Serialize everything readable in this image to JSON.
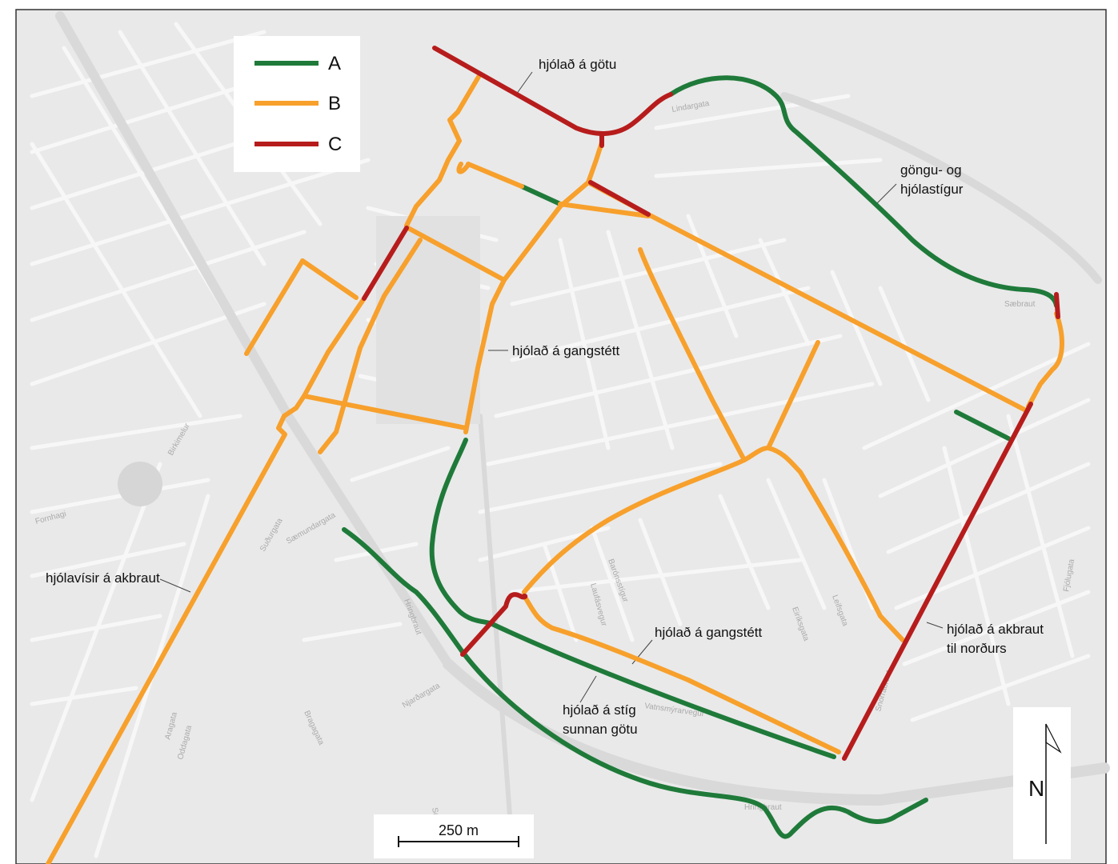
{
  "legend": [
    {
      "label": "A",
      "color": "#1f7a3a"
    },
    {
      "label": "B",
      "color": "#f7a02c"
    },
    {
      "label": "C",
      "color": "#b71c1c"
    }
  ],
  "annotations": {
    "road": "hjólað á götu",
    "path": "göngu- og hjólastígur",
    "sidewalk1": "hjólað á gangstétt",
    "sidewalk2": "hjólað á gangstétt",
    "lane": "hjólavísir á akbraut",
    "north_road_line1": "hjólað á akbraut",
    "north_road_line2": "til norðurs",
    "south_path_line1": "hjólað á stíg",
    "south_path_line2": "sunnan götu"
  },
  "streets": {
    "s1": "Sæbraut",
    "s2": "Birkimelur",
    "s3": "Hringbraut",
    "s4": "Snorrabraut",
    "s5": "Barónsstígur",
    "s6": "Laufásvegur",
    "s7": "Eiríksgata",
    "s8": "Sóleyjargata",
    "s9": "Hringbraut",
    "s10": "Vatnsmýrarvegur",
    "s11": "Njarðargata",
    "s12": "Suðurgata",
    "s13": "Aragata",
    "s14": "Oddagata",
    "s15": "Sæmundargata",
    "s16": "Fornhagi",
    "s17": "Lindargata",
    "s18": "Bragagata",
    "s19": "Fjólugata",
    "s20": "Leifsgata"
  },
  "scale": {
    "label": "250 m"
  },
  "north": {
    "label": "N"
  },
  "route_colors": {
    "A": "#1f7a3a",
    "B": "#f7a02c",
    "C": "#b71c1c"
  }
}
